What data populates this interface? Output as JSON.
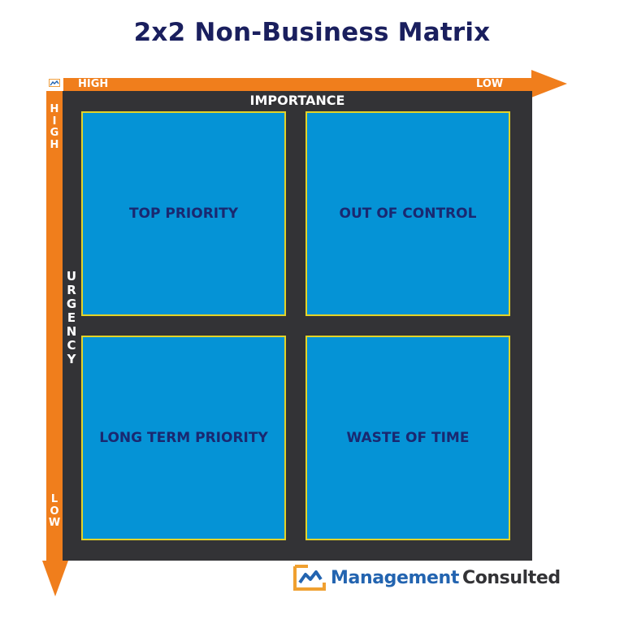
{
  "title": "2x2 Non-Business Matrix",
  "axes": {
    "horizontal": {
      "name": "IMPORTANCE",
      "start_label": "HIGH",
      "end_label": "LOW"
    },
    "vertical": {
      "name": "URGENCY",
      "start_label": "HIGH",
      "end_label": "LOW"
    }
  },
  "quadrants": [
    {
      "position": "top-left",
      "label": "TOP PRIORITY"
    },
    {
      "position": "top-right",
      "label": "OUT OF CONTROL"
    },
    {
      "position": "bottom-left",
      "label": "LONG TERM PRIORITY"
    },
    {
      "position": "bottom-right",
      "label": "WASTE OF TIME"
    }
  ],
  "brand": {
    "name_part1": "Management",
    "name_part2": "Consulted"
  },
  "colors": {
    "arrow": "#f07e1c",
    "frame": "#333336",
    "quadrant_fill": "#0593d6",
    "quadrant_border": "#e3d328",
    "quadrant_text": "#1a2870",
    "title": "#1a1f5e"
  }
}
